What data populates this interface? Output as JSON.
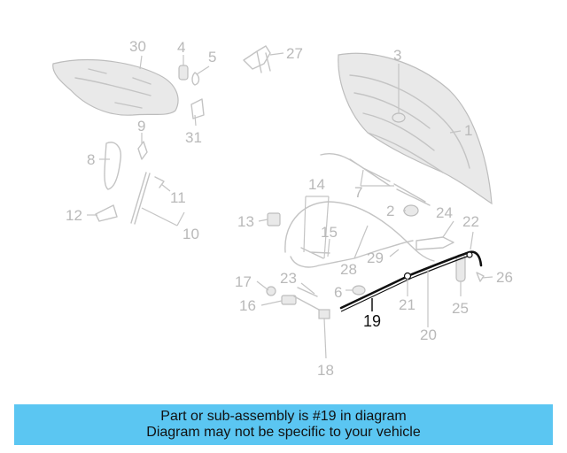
{
  "callouts": {
    "c1": "1",
    "c2a": "2",
    "c2b": "22",
    "c3": "3",
    "c4": "4",
    "c5": "5",
    "c6": "6",
    "c7": "7",
    "c8": "8",
    "c9": "9",
    "c10": "10",
    "c11": "11",
    "c12": "12",
    "c13": "13",
    "c14": "14",
    "c15": "15",
    "c16": "16",
    "c17": "17",
    "c18": "18",
    "c19": "19",
    "c20": "20",
    "c21": "21",
    "c23": "23",
    "c24": "24",
    "c25": "25",
    "c26": "26",
    "c27": "27",
    "c28": "28",
    "c29": "29",
    "c30": "30",
    "c31": "31"
  },
  "highlight": {
    "part_number": "19",
    "color": "#111111"
  },
  "banner": {
    "line1": "Part or sub-assembly is #19 in diagram",
    "line2": "Diagram may not be specific to your vehicle",
    "background": "#5bc6f2"
  }
}
